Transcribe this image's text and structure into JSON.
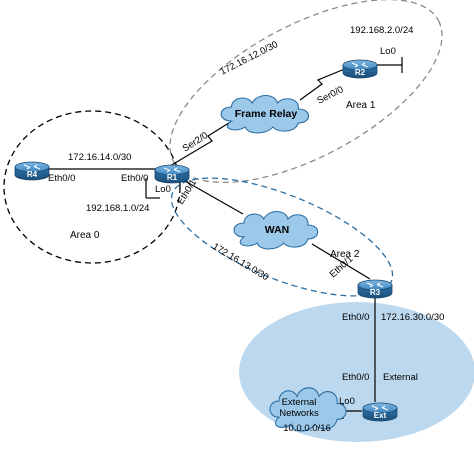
{
  "routers": {
    "r1": "R1",
    "r2": "R2",
    "r3": "R3",
    "r4": "R4",
    "ext": "Ext"
  },
  "clouds": {
    "frame_relay": "Frame Relay",
    "wan": "WAN",
    "external_line1": "External",
    "external_line2": "Networks",
    "external_line3": "10.0.0.0/16"
  },
  "areas": {
    "area0": "Area 0",
    "area1": "Area 1",
    "area2": "Area 2",
    "external": "External"
  },
  "subnets": {
    "r2_loopback": "192.168.2.0/24",
    "frame_relay": "172.16.12.0/30",
    "r1_r4": "172.16.14.0/30",
    "r1_loopback": "192.168.1.0/24",
    "wan": "172.16.13.0/30",
    "r3_ext": "172.16.30.0/30"
  },
  "interfaces": {
    "r2_lo": "Lo0",
    "r2_ser": "Ser0/0",
    "r1_ser": "Ser2/0",
    "r4_eth": "Eth0/0",
    "r1_eth00": "Eth0/0",
    "r1_lo": "Lo0",
    "r1_eth01": "Eth0/1",
    "r3_eth01": "Eth0/1",
    "r3_eth00": "Eth0/0",
    "ext_eth": "Eth0/0",
    "ext_lo": "Lo0"
  },
  "colors": {
    "router_body": "#2b6ea3",
    "router_top": "#5b9dd0",
    "cloud_fill": "#9cc8ea",
    "external_area": "#bdd9ee",
    "area0_border": "#000000",
    "area1_border": "#999999",
    "area2_border": "#2b6ea3"
  }
}
